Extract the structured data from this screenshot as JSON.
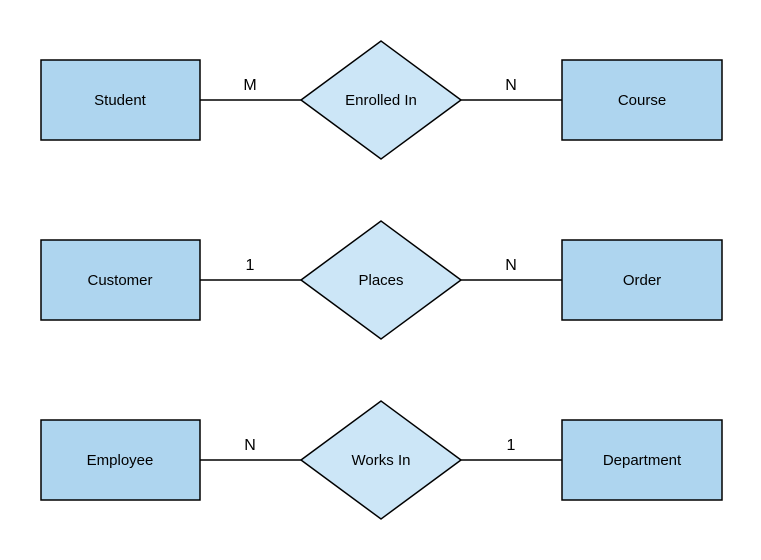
{
  "diagram": {
    "type": "entity-relationship-diagram",
    "rows": [
      {
        "left_entity": "Student",
        "left_cardinality": "M",
        "relationship": "Enrolled In",
        "right_cardinality": "N",
        "right_entity": "Course"
      },
      {
        "left_entity": "Customer",
        "left_cardinality": "1",
        "relationship": "Places",
        "right_cardinality": "N",
        "right_entity": "Order"
      },
      {
        "left_entity": "Employee",
        "left_cardinality": "N",
        "relationship": "Works In",
        "right_cardinality": "1",
        "right_entity": "Department"
      }
    ],
    "colors": {
      "entity_fill": "#AED5EF",
      "relationship_fill": "#CCE6F7",
      "stroke": "#000000",
      "text": "#000000",
      "background": "#FFFFFF"
    }
  }
}
